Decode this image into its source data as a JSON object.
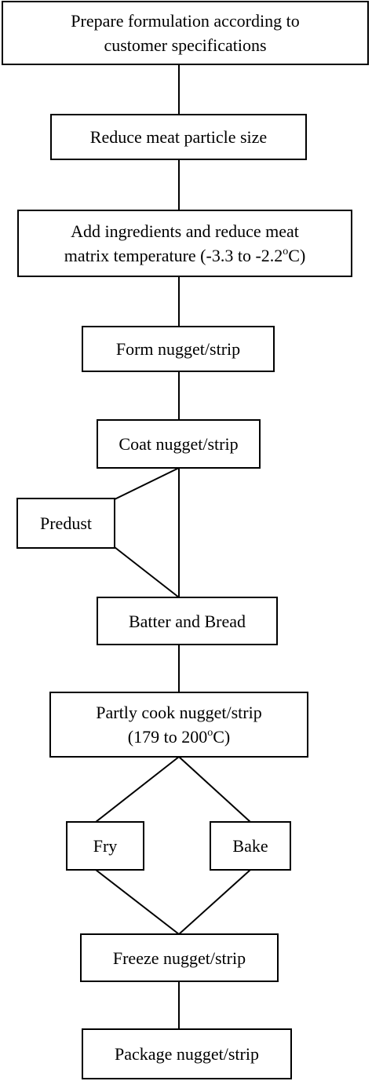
{
  "flowchart": {
    "steps": {
      "prepare": {
        "line1": "Prepare formulation according to",
        "line2": "customer specifications"
      },
      "reduce_size": "Reduce meat particle size",
      "add_ingredients": {
        "line1": "Add ingredients and reduce meat",
        "line2_pre": "matrix temperature (-3.3 to -2.2",
        "line2_sup": "o",
        "line2_post": "C)"
      },
      "form": "Form nugget/strip",
      "coat": "Coat nugget/strip",
      "predust": "Predust",
      "batter_bread": "Batter and Bread",
      "partly_cook": {
        "line1": "Partly cook nugget/strip",
        "line2_pre": "(179 to 200",
        "line2_sup": "o",
        "line2_post": "C)"
      },
      "fry": "Fry",
      "bake": "Bake",
      "freeze": "Freeze nugget/strip",
      "package": "Package nugget/strip"
    },
    "line_color": "#000000",
    "box_color": "#ffffff"
  }
}
